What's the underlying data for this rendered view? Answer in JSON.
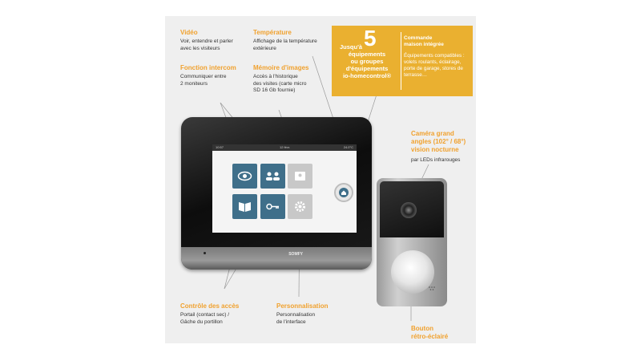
{
  "video": {
    "title": "Vidéo",
    "desc": [
      "Voir, entendre et parler",
      "avec les visiteurs"
    ]
  },
  "temperature": {
    "title": "Température",
    "desc": [
      "Affichage de la température",
      "extérieure"
    ]
  },
  "intercom": {
    "title": "Fonction intercom",
    "desc": [
      "Communiquer entre",
      "2 moniteurs"
    ]
  },
  "memoire": {
    "title": "Mémoire d'images",
    "desc": [
      "Accès à l'historique",
      "des visites (carte micro",
      "SD 16 Gb fournie)"
    ]
  },
  "callout": {
    "number": "5",
    "left_lines": [
      "Jusqu'à",
      "équipements",
      "ou groupes",
      "d'équipements",
      "io-homecontrol®"
    ],
    "right_title": [
      "Commande",
      "maison intégrée"
    ],
    "right_text": [
      "Équipements compatibles :",
      "volets roulants, éclairage,",
      "porte de garage, stores de",
      "terrasse…"
    ]
  },
  "camera": {
    "title": [
      "Caméra grand",
      "angles (102° / 68°)",
      "vision nocturne"
    ],
    "desc": [
      "par LEDs infrarouges"
    ]
  },
  "acces": {
    "title": "Contrôle des accès",
    "desc": [
      "Portail  (contact sec)  /",
      "Gâche du portillon"
    ]
  },
  "perso": {
    "title": "Personnalisation",
    "desc": [
      "Personnalisation",
      "de l'interface"
    ]
  },
  "bouton": {
    "title": [
      "Bouton",
      "rétro-éclairé"
    ]
  },
  "screen": {
    "status_left": "10:57",
    "status_mid": "12 févr.",
    "status_right": "24.0°C"
  },
  "brand": "SOMFY",
  "colors": {
    "accent": "#f0a12e",
    "callout": "#eab030",
    "tile_blue": "#3f6f8a",
    "tile_grey": "#c8c8c8"
  }
}
